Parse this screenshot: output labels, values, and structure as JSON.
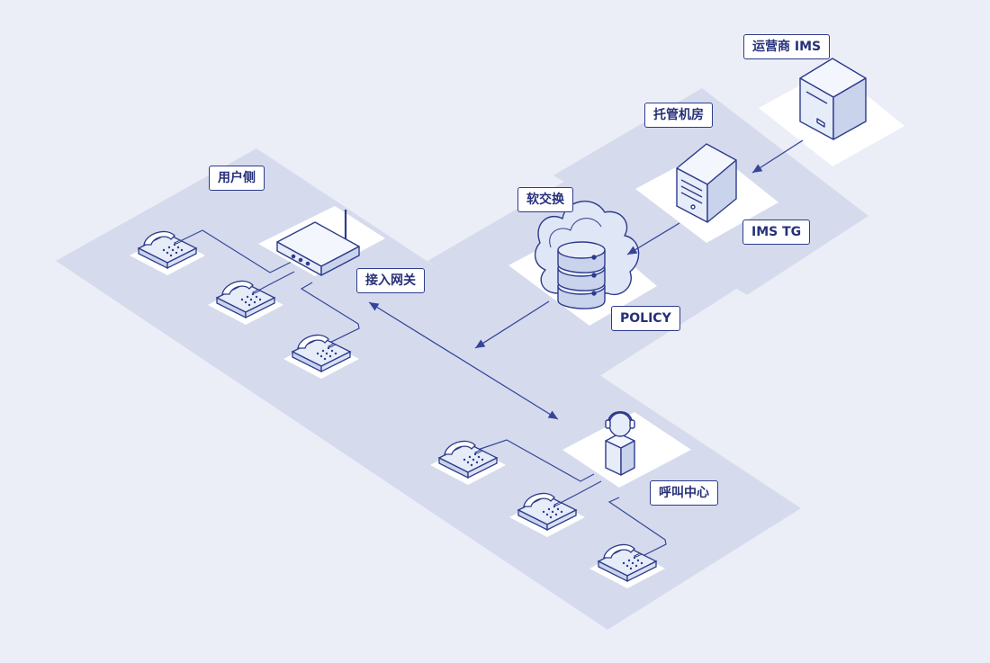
{
  "colors": {
    "background": "#eceef7",
    "zone": "#d5dbed",
    "tile": "#ffffff",
    "device_face": "#e6ecf8",
    "device_side": "#c9d3ec",
    "stroke": "#2d3b8c",
    "connector": "#34459a"
  },
  "labels": {
    "carrier_ims": "运营商 IMS",
    "hosting_room": "托管机房",
    "softswitch": "软交换",
    "ims_tg": "IMS TG",
    "policy": "POLICY",
    "user_side": "用户侧",
    "access_gateway": "接入网关",
    "call_center": "呼叫中心"
  },
  "icons": {
    "carrier_ims": "server-box-icon",
    "hosting_room": "tower-server-icon",
    "softswitch": "cloud-server-stack-icon",
    "access_gateway": "router-icon",
    "call_center": "agent-headset-icon",
    "phone": "desk-phone-icon"
  }
}
